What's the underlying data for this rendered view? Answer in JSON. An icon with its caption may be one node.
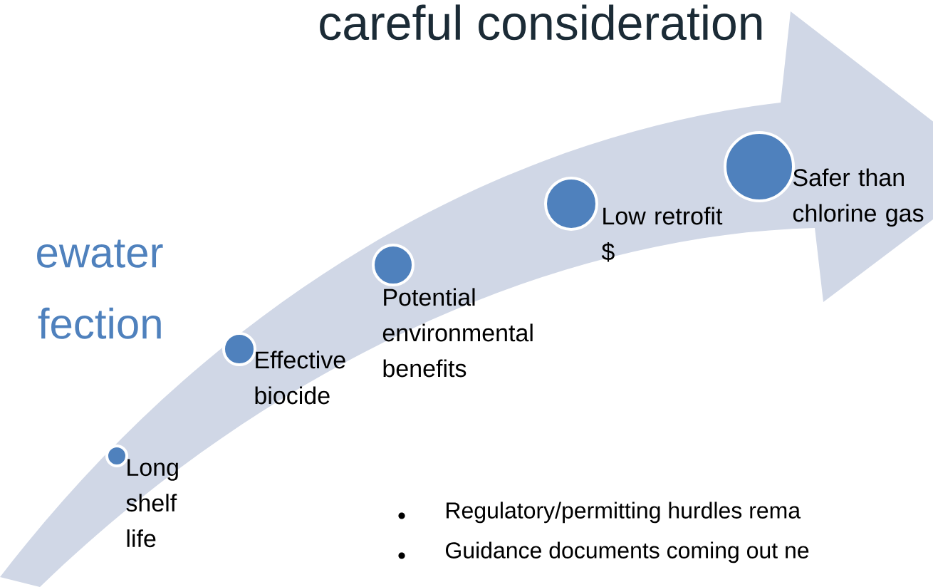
{
  "diagram": {
    "title": "careful consideration",
    "nodes": [
      {
        "text": [],
        "shape": "circle",
        "beside": [
          "Long shelf life"
        ]
      },
      {
        "text": [],
        "shape": "circle",
        "beside": [
          "Effective biocide"
        ]
      },
      {
        "text": [],
        "shape": "circle",
        "beside": [
          "Potential environmental benefits"
        ]
      },
      {
        "text": [],
        "shape": "circle",
        "beside": [
          "Low retrofit $"
        ]
      },
      {
        "text": [],
        "shape": "circle",
        "beside": [
          "Safer than chlorine gas"
        ]
      }
    ],
    "labels": [
      "ewater fection",
      "Regulatory/permitting hurdles rema",
      "Guidance documents coming out ne"
    ]
  }
}
